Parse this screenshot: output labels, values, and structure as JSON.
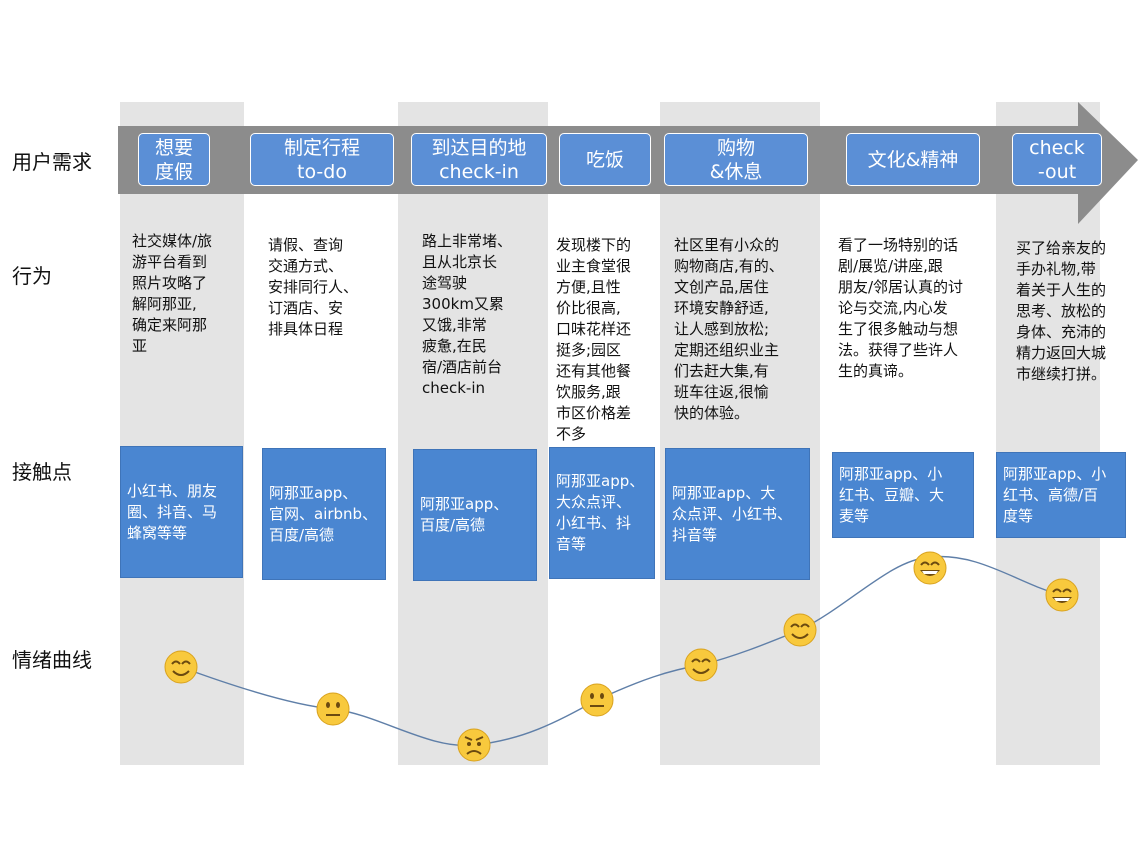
{
  "rows": {
    "need": "用户需求",
    "behavior": "行为",
    "touchpoint": "接触点",
    "emotion": "情绪曲线"
  },
  "stages": [
    {
      "need": "想要\n度假",
      "behavior": "社交媒体/旅\n游平台看到\n照片攻略了\n解阿那亚,\n确定来阿那\n亚",
      "touchpoint": "小红书、朋友\n圈、抖音、马\n蜂窝等等",
      "emotion": "smile"
    },
    {
      "need": "制定行程\nto-do",
      "behavior": "请假、查询\n交通方式、\n安排同行人、\n订酒店、安\n排具体日程",
      "touchpoint": "阿那亚app、\n官网、airbnb、\n百度/高德",
      "emotion": "neutral"
    },
    {
      "need": "到达目的地\ncheck-in",
      "behavior": "路上非常堵、\n且从北京长\n途驾驶\n300km又累\n又饿,非常\n疲惫,在民\n宿/酒店前台\ncheck-in",
      "touchpoint": "阿那亚app、\n百度/高德",
      "emotion": "angry"
    },
    {
      "need": "吃饭",
      "behavior": "发现楼下的\n业主食堂很\n方便,且性\n价比很高,\n口味花样还\n挺多;园区\n还有其他餐\n饮服务,跟\n市区价格差\n不多",
      "touchpoint": "阿那亚app、\n大众点评、\n小红书、抖\n音等",
      "emotion": "neutral"
    },
    {
      "need": "购物\n&休息",
      "behavior": "社区里有小众的\n购物商店,有的、\n文创产品,居住\n环境安静舒适,\n让人感到放松;\n定期还组织业主\n们去赶大集,有\n班车往返,很愉\n快的体验。",
      "touchpoint": "阿那亚app、大\n众点评、小红书、\n抖音等",
      "emotion": "smile"
    },
    {
      "need": "文化&精神",
      "behavior": "看了一场特别的话\n剧/展览/讲座,跟\n朋友/邻居认真的讨\n论与交流,内心发\n生了很多触动与想\n法。获得了些许人\n生的真谛。",
      "touchpoint": "阿那亚app、小\n红书、豆瓣、大\n麦等",
      "emotion": "grin"
    },
    {
      "need": "check\n-out",
      "behavior": "买了给亲友的\n手办礼物,带\n着关于人生的\n思考、放松的\n身体、充沛的\n精力返回大城\n市继续打拼。",
      "touchpoint": "阿那亚app、小\n红书、高德/百\n度等",
      "emotion": "grin"
    }
  ],
  "colors": {
    "stage": "#5b8fd6",
    "touchpoint": "#4a86d1",
    "arrow": "#8c8c8c",
    "column": "#e4e4e4",
    "curve": "#5f7fa8",
    "face": "#f8c93d"
  }
}
